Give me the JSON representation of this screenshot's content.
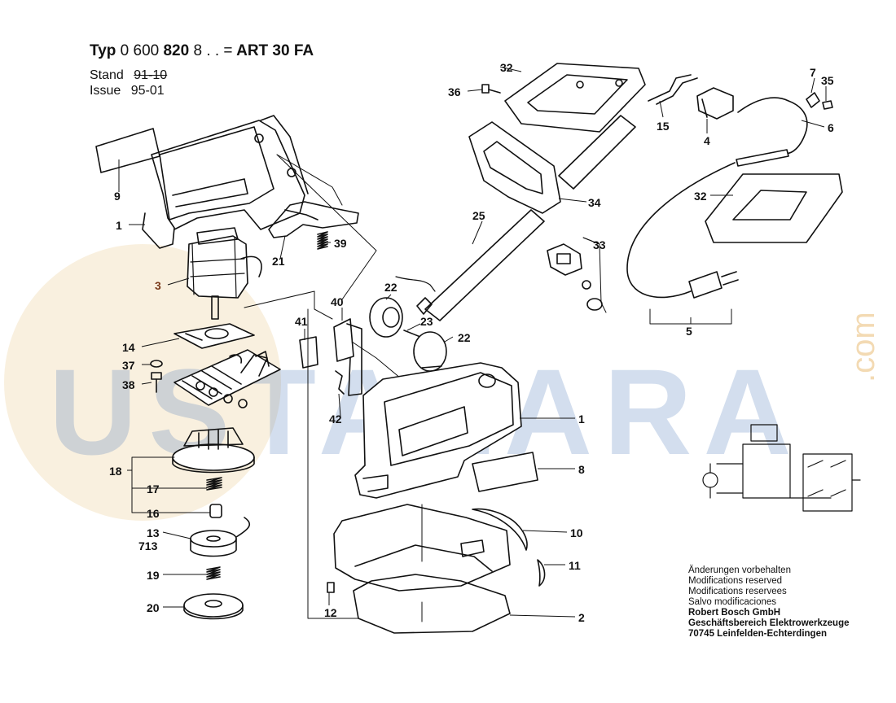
{
  "header": {
    "typ_prefix": "Typ",
    "typ_number_a": "0 600",
    "typ_number_b": "820",
    "typ_suffix": "8 . . =",
    "model": "ART 30 FA",
    "stand_label": "Stand",
    "stand_value": "91-10",
    "issue_label": "Issue",
    "issue_value": "95-01"
  },
  "notes": {
    "line1": "Änderungen vorbehalten",
    "line2": "Modifications reserved",
    "line3": "Modifications reservees",
    "line4": "Salvo modificaciones",
    "company": "Robert Bosch GmbH",
    "division": "Geschäftsbereich Elektrowerkzeuge",
    "address": "70745 Leinfelden-Echterdingen"
  },
  "watermark": {
    "main": "USTALARA",
    "suffix": ".com"
  },
  "part_labels": [
    {
      "id": "9",
      "text": "9"
    },
    {
      "id": "1a",
      "text": "1"
    },
    {
      "id": "3",
      "text": "3"
    },
    {
      "id": "21",
      "text": "21"
    },
    {
      "id": "39",
      "text": "39"
    },
    {
      "id": "14",
      "text": "14"
    },
    {
      "id": "37",
      "text": "37"
    },
    {
      "id": "38",
      "text": "38"
    },
    {
      "id": "18",
      "text": "18"
    },
    {
      "id": "17",
      "text": "17"
    },
    {
      "id": "16",
      "text": "16"
    },
    {
      "id": "13",
      "text": "13"
    },
    {
      "id": "713",
      "text": "713"
    },
    {
      "id": "19",
      "text": "19"
    },
    {
      "id": "20",
      "text": "20"
    },
    {
      "id": "41",
      "text": "41"
    },
    {
      "id": "40",
      "text": "40"
    },
    {
      "id": "42",
      "text": "42"
    },
    {
      "id": "22a",
      "text": "22"
    },
    {
      "id": "23",
      "text": "23"
    },
    {
      "id": "22b",
      "text": "22"
    },
    {
      "id": "25",
      "text": "25"
    },
    {
      "id": "36",
      "text": "36"
    },
    {
      "id": "32a",
      "text": "32"
    },
    {
      "id": "34",
      "text": "34"
    },
    {
      "id": "33",
      "text": "33"
    },
    {
      "id": "15",
      "text": "15"
    },
    {
      "id": "4",
      "text": "4"
    },
    {
      "id": "7",
      "text": "7"
    },
    {
      "id": "35",
      "text": "35"
    },
    {
      "id": "6",
      "text": "6"
    },
    {
      "id": "32b",
      "text": "32"
    },
    {
      "id": "5",
      "text": "5"
    },
    {
      "id": "1b",
      "text": "1"
    },
    {
      "id": "8",
      "text": "8"
    },
    {
      "id": "10",
      "text": "10"
    },
    {
      "id": "11",
      "text": "11"
    },
    {
      "id": "12",
      "text": "12"
    },
    {
      "id": "2",
      "text": "2"
    }
  ],
  "colors": {
    "ink": "#111111",
    "label_3": "#7a3a1a",
    "watermark_blue": "#3b6db4",
    "watermark_orange": "#e8b76a"
  }
}
